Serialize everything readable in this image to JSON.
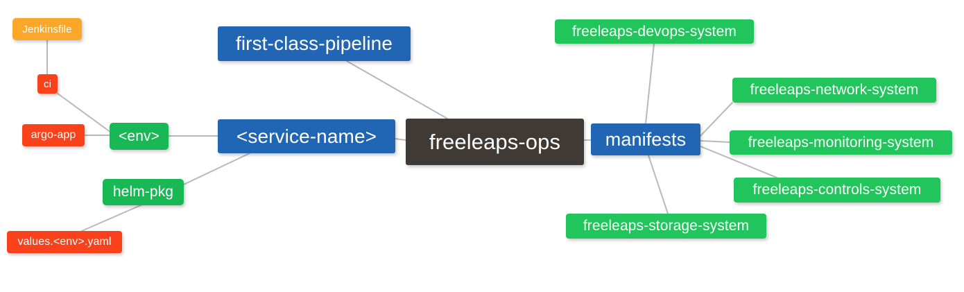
{
  "diagram": {
    "type": "mindmap",
    "title": "freeleaps-ops",
    "background": "#ffffff",
    "edge_color": "#b9b9b9",
    "palette": {
      "root_dark": "#403A36",
      "blue": "#2166B5",
      "green": "#22C55B",
      "green_dark": "#18B955",
      "orange": "#FBA72A",
      "red": "#F9421B"
    }
  },
  "nodes": {
    "root": {
      "label": "freeleaps-ops",
      "color": "#403A36"
    },
    "service_name": {
      "label": "<service-name>",
      "color": "#2166B5"
    },
    "first_class_pipeline": {
      "label": "first-class-pipeline",
      "color": "#2166B5"
    },
    "manifests": {
      "label": "manifests",
      "color": "#2166B5"
    },
    "env": {
      "label": "<env>",
      "color": "#18B955"
    },
    "helm_pkg": {
      "label": "helm-pkg",
      "color": "#18B955"
    },
    "jenkinsfile": {
      "label": "Jenkinsfile",
      "color": "#FBA72A"
    },
    "ci": {
      "label": "ci",
      "color": "#F9421B"
    },
    "argo_app": {
      "label": "argo-app",
      "color": "#F9421B"
    },
    "values_yaml": {
      "label": "values.<env>.yaml",
      "color": "#F9421B"
    },
    "devops_system": {
      "label": "freeleaps-devops-system",
      "color": "#22C55B"
    },
    "network_system": {
      "label": "freeleaps-network-system",
      "color": "#22C55B"
    },
    "monitoring_system": {
      "label": "freeleaps-monitoring-system",
      "color": "#22C55B"
    },
    "controls_system": {
      "label": "freeleaps-controls-system",
      "color": "#22C55B"
    },
    "storage_system": {
      "label": "freeleaps-storage-system",
      "color": "#22C55B"
    }
  },
  "edges": [
    {
      "from": "jenkinsfile",
      "to": "ci"
    },
    {
      "from": "ci",
      "to": "env"
    },
    {
      "from": "argo_app",
      "to": "env"
    },
    {
      "from": "env",
      "to": "service_name"
    },
    {
      "from": "helm_pkg",
      "to": "service_name"
    },
    {
      "from": "values_yaml",
      "to": "helm_pkg"
    },
    {
      "from": "service_name",
      "to": "root"
    },
    {
      "from": "first_class_pipeline",
      "to": "root"
    },
    {
      "from": "root",
      "to": "manifests"
    },
    {
      "from": "manifests",
      "to": "devops_system"
    },
    {
      "from": "manifests",
      "to": "network_system"
    },
    {
      "from": "manifests",
      "to": "monitoring_system"
    },
    {
      "from": "manifests",
      "to": "controls_system"
    },
    {
      "from": "manifests",
      "to": "storage_system"
    }
  ]
}
